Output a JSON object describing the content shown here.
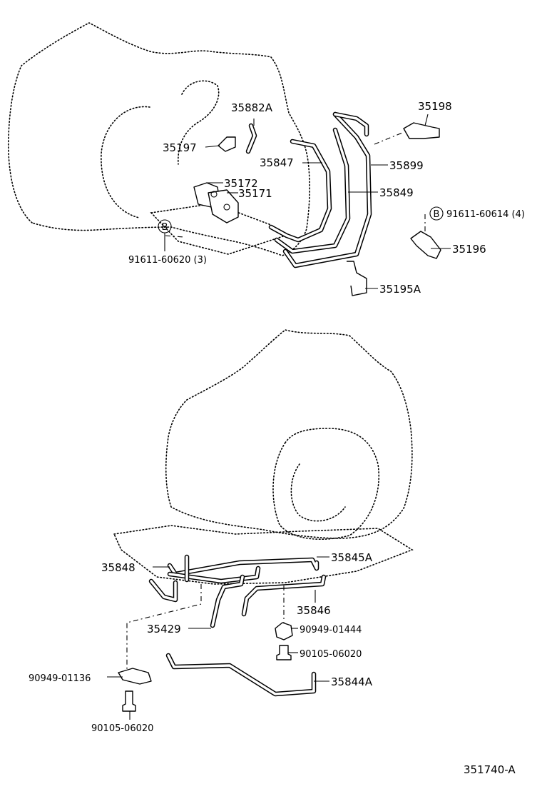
{
  "upper_group": {
    "callouts": {
      "p35882A": "35882A",
      "p35198": "35198",
      "p35197": "35197",
      "p35847": "35847",
      "p35899": "35899",
      "p35172": "35172",
      "p35171": "35171",
      "p35849": "35849",
      "p91611_60614": "91611-60614 (4)",
      "p91611_60614_ref": "B",
      "p91611_60620": "91611-60620 (3)",
      "p91611_60620_ref": "B",
      "p35196": "35196",
      "p35195A": "35195A"
    }
  },
  "lower_group": {
    "callouts": {
      "p35848": "35848",
      "p35845A": "35845A",
      "p35846": "35846",
      "p35429": "35429",
      "p90949_01444": "90949-01444",
      "p90105_06020_upper": "90105-06020",
      "p90949_01136": "90949-01136",
      "p35844A": "35844A",
      "p90105_06020_lower": "90105-06020"
    }
  },
  "illustration_number": "351740-A"
}
